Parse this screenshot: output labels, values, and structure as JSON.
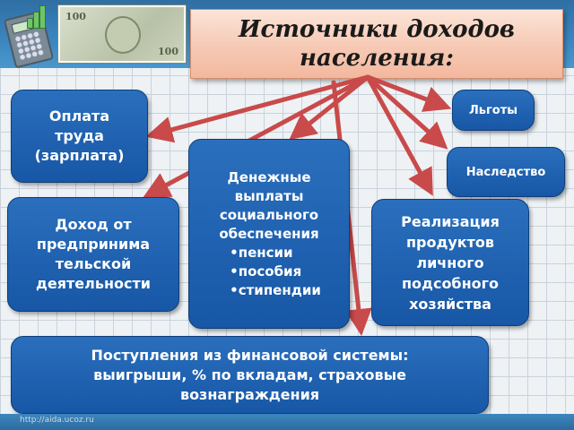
{
  "title": "Источники доходов населения:",
  "boxes": {
    "wage": "Оплата\nтруда\n(зарплата)",
    "business": "Доход от\nпредпринима\nтельской\nдеятельности",
    "social_title": "Денежные\nвыплаты\nсоциального\nобеспечения",
    "social_items": [
      "пенсии",
      "пособия",
      "стипендии"
    ],
    "benefits": "Льготы",
    "inheritance": "Наследство",
    "farm": "Реализация\nпродуктов\nличного\nподсобного\nхозяйства",
    "finance": "Поступления из финансовой системы:\nвыигрыши, % по вкладам, страховые\nвознаграждения"
  },
  "footer_url": "http://aida.ucoz.ru",
  "colors": {
    "box_fill": "#1f63b0",
    "arrow": "#c94a4a",
    "title_fill": "#f6c9b4",
    "header_bar": "#3b86bf"
  }
}
